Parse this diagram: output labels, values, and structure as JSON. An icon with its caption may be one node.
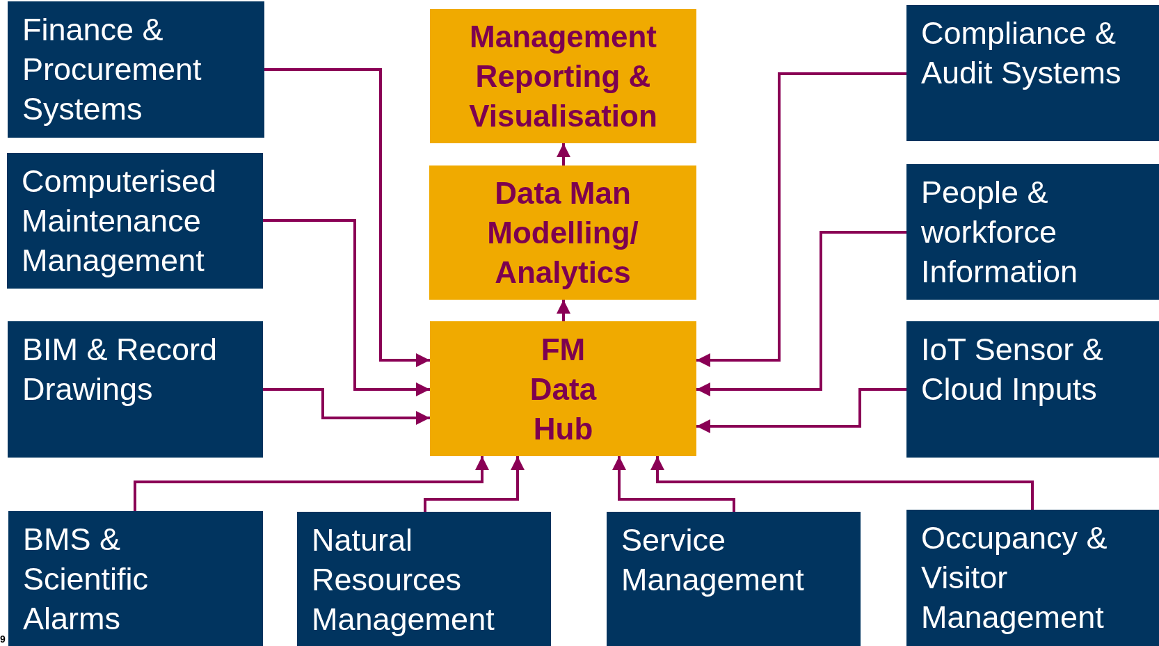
{
  "diagram": {
    "nodes": [
      {
        "text": [
          "Finance & Procurement Systems"
        ]
      },
      {
        "text": [
          "Computerised Maintenance Management"
        ]
      },
      {
        "text": [
          "BIM & Record Drawings"
        ]
      },
      {
        "text": [
          "Management Reporting & Visualisation"
        ]
      },
      {
        "text": [
          "Data Man Modelling/ Analytics"
        ]
      },
      {
        "text": [
          "FM Data Hub"
        ]
      },
      {
        "text": [
          "Compliance & Audit Systems"
        ]
      },
      {
        "text": [
          "People & workforce Information"
        ]
      },
      {
        "text": [
          "IoT Sensor & Cloud Inputs"
        ]
      },
      {
        "text": [
          "BMS & Scientific Alarms"
        ]
      },
      {
        "text": [
          "Natural Resources Management"
        ]
      },
      {
        "text": [
          "Service Management"
        ]
      },
      {
        "text": [
          "Occupancy & Visitor Management"
        ]
      }
    ],
    "edges": [
      {
        "from": 0,
        "to": 5,
        "arrow": "to"
      },
      {
        "from": 1,
        "to": 5,
        "arrow": "to"
      },
      {
        "from": 2,
        "to": 5,
        "arrow": "to"
      },
      {
        "from": 6,
        "to": 5,
        "arrow": "to"
      },
      {
        "from": 7,
        "to": 5,
        "arrow": "to"
      },
      {
        "from": 8,
        "to": 5,
        "arrow": "to"
      },
      {
        "from": 9,
        "to": 5,
        "arrow": "to"
      },
      {
        "from": 10,
        "to": 5,
        "arrow": "to"
      },
      {
        "from": 11,
        "to": 5,
        "arrow": "to"
      },
      {
        "from": 12,
        "to": 5,
        "arrow": "to"
      },
      {
        "from": 5,
        "to": 4,
        "arrow": "to"
      },
      {
        "from": 4,
        "to": 3,
        "arrow": "to"
      }
    ],
    "labels": [
      "9"
    ]
  }
}
